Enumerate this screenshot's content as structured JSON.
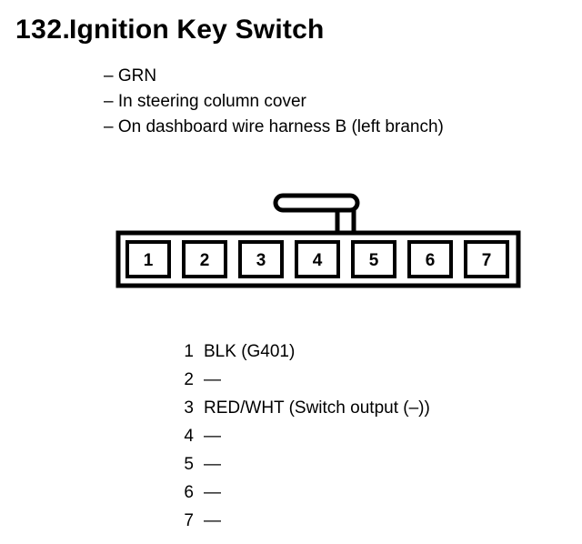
{
  "header": {
    "number": "132.",
    "title": "Ignition Key Switch"
  },
  "notes": [
    "– GRN",
    "– In steering column cover",
    "– On dashboard wire harness B (left branch)"
  ],
  "connector": {
    "cavities": [
      "1",
      "2",
      "3",
      "4",
      "5",
      "6",
      "7"
    ]
  },
  "pins": [
    {
      "num": "1",
      "label": "BLK (G401)"
    },
    {
      "num": "2",
      "label": "—"
    },
    {
      "num": "3",
      "label": "RED/WHT (Switch output (–))"
    },
    {
      "num": "4",
      "label": "—"
    },
    {
      "num": "5",
      "label": "—"
    },
    {
      "num": "6",
      "label": "—"
    },
    {
      "num": "7",
      "label": "—"
    }
  ],
  "colors": {
    "ink": "#000000",
    "paper": "#ffffff"
  }
}
